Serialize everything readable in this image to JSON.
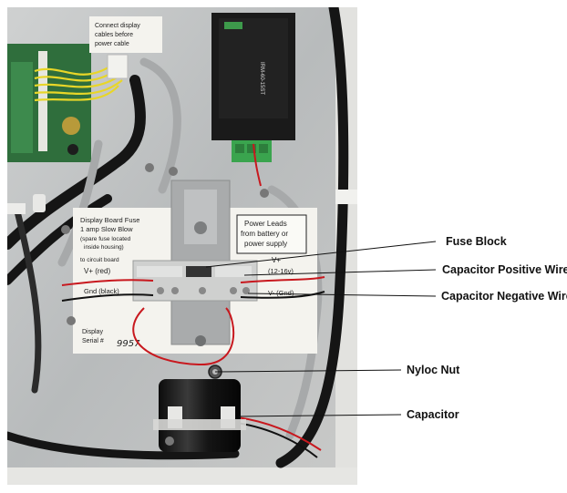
{
  "labels": {
    "fuse_block": "Fuse Block",
    "capacitor_positive_wire": "Capacitor Positive Wire",
    "capacitor_negative_wire": "Capacitor Negative Wire",
    "nyloc_nut": "Nyloc Nut",
    "capacitor": "Capacitor"
  },
  "photo_text": {
    "connect_note_1": "Connect display",
    "connect_note_2": "cables before",
    "connect_note_3": "power cable",
    "fuse_note_1": "Display Board Fuse",
    "fuse_note_2": "1 amp Slow Blow",
    "fuse_note_3": "(spare fuse located",
    "fuse_note_4": "inside housing)",
    "to_board": "to circuit board",
    "v_plus_red": "V+ (red)",
    "gnd_black": "Gnd (black)",
    "power_leads_1": "Power Leads",
    "power_leads_2": "from battery or",
    "power_leads_3": "power supply",
    "v_plus": "V+",
    "v_range": "(12-16v)",
    "v_minus": "V- (Gnd)",
    "display_1": "Display",
    "display_2": "Serial #",
    "serial": "9957",
    "psu_model": "IRM-60-15ST"
  },
  "colors": {
    "metal_panel": "#b9bcbd",
    "cable_black": "#151515",
    "cable_gray": "#a7a9aa",
    "wire_red": "#c8181e",
    "wire_yellow": "#e8d628",
    "pcb_green": "#2f6e3c",
    "label_white": "#f4f3ee",
    "leader_line": "#111111"
  }
}
